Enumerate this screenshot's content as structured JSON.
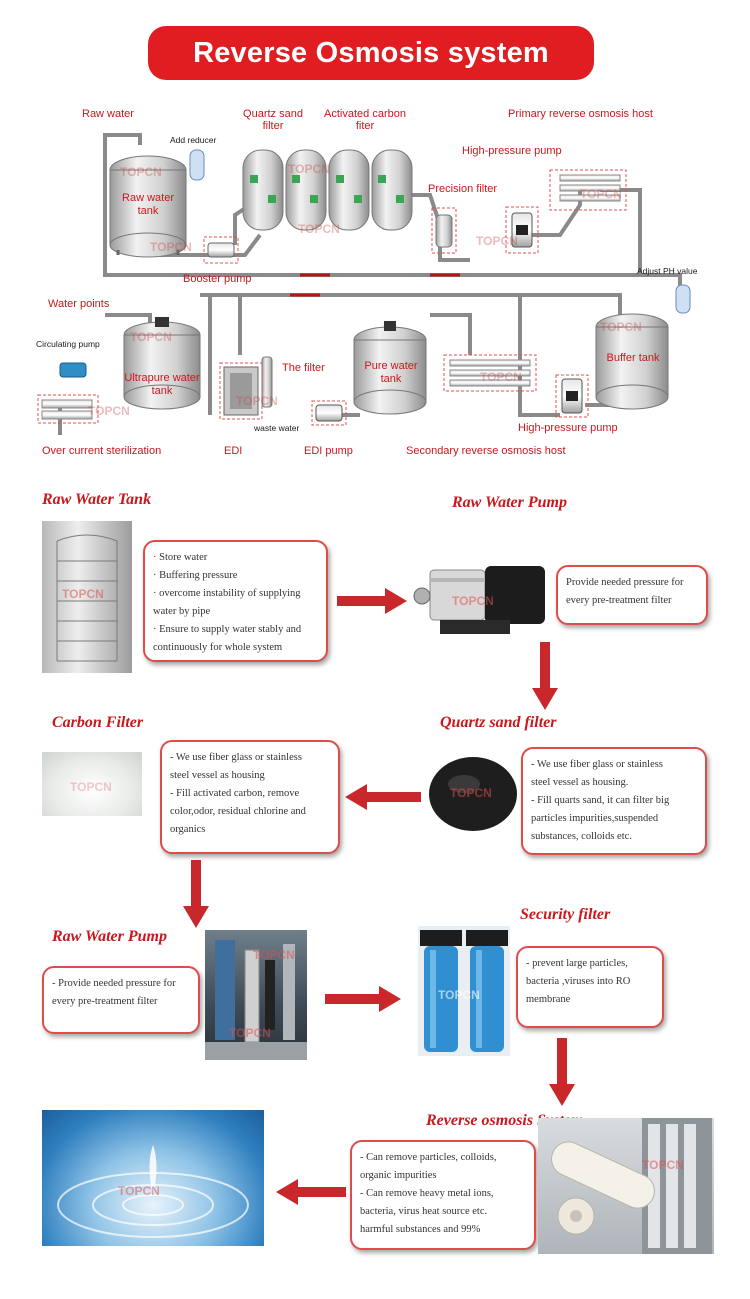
{
  "banner": {
    "title": "Reverse Osmosis system"
  },
  "diagram": {
    "labels": {
      "raw_water": "Raw water",
      "add_reducer": "Add reducer",
      "quartz_sand_filter": "Quartz sand filter",
      "activated_carbon_filter": "Activated carbon fiter",
      "primary_ro_host": "Primary reverse osmosis host",
      "high_pressure_pump_top": "High-pressure pump",
      "precision_filter": "Precision filter",
      "raw_water_tank": "Raw water tank",
      "booster_pump": "Booster pump",
      "adjust_ph": "Adjust PH value",
      "water_points": "Water points",
      "circulating_pump": "Circulating pump",
      "ultrapure_water_tank": "Ultrapure water tank",
      "the_filter": "The filter",
      "pure_water_tank": "Pure water tank",
      "buffer_tank": "Buffer tank",
      "waste_water": "waste water",
      "high_pressure_pump_bottom": "High-pressure pump",
      "over_current_sterilization": "Over current sterilization",
      "edi": "EDI",
      "edi_pump": "EDI pump",
      "secondary_ro_host": "Secondary reverse osmosis host"
    },
    "watermark": "TOPCN"
  },
  "flow": {
    "raw_water_tank": {
      "title": "Raw Water Tank",
      "lines": [
        "· Store water",
        "· Buffering pressure",
        "· overcome instability of supplying",
        "  water by pipe",
        "· Ensure to supply water stably and",
        "  continuously for whole system"
      ]
    },
    "raw_water_pump_1": {
      "title": "Raw Water Pump",
      "lines": [
        "Provide needed pressure for",
        "every pre-treatment filter"
      ]
    },
    "carbon_filter": {
      "title": "Carbon Filter",
      "lines": [
        "- We use fiber glass or stainless",
        "  steel vessel as housing",
        "- Fill activated carbon, remove",
        "  color,odor, residual chlorine and",
        "  organics"
      ]
    },
    "quartz_sand_filter": {
      "title": "Quartz sand filter",
      "lines": [
        "- We use fiber glass or stainless",
        "  steel vessel as housing.",
        "- Fill quarts sand, it can filter big",
        "  particles impurities,suspended",
        "  substances, colloids etc."
      ]
    },
    "raw_water_pump_2": {
      "title": "Raw Water Pump",
      "lines": [
        "- Provide needed pressure for",
        "  every pre-treatment filter"
      ]
    },
    "security_filter": {
      "title": "Security filter",
      "lines": [
        "- prevent large particles,",
        "  bacteria ,viruses into RO",
        "  membrane"
      ]
    },
    "reverse_osmosis_system": {
      "title": "Reverse osmosis System",
      "lines": [
        "- Can remove particles, colloids,",
        "  organic impurities",
        "- Can remove heavy metal ions,",
        "  bacteria, virus heat source etc.",
        "  harmful substances and 99%"
      ]
    }
  },
  "colors": {
    "accent": "#e01e22",
    "label_red": "#c8181c",
    "box_border": "#e04b4b",
    "arrow": "#c8282c"
  }
}
